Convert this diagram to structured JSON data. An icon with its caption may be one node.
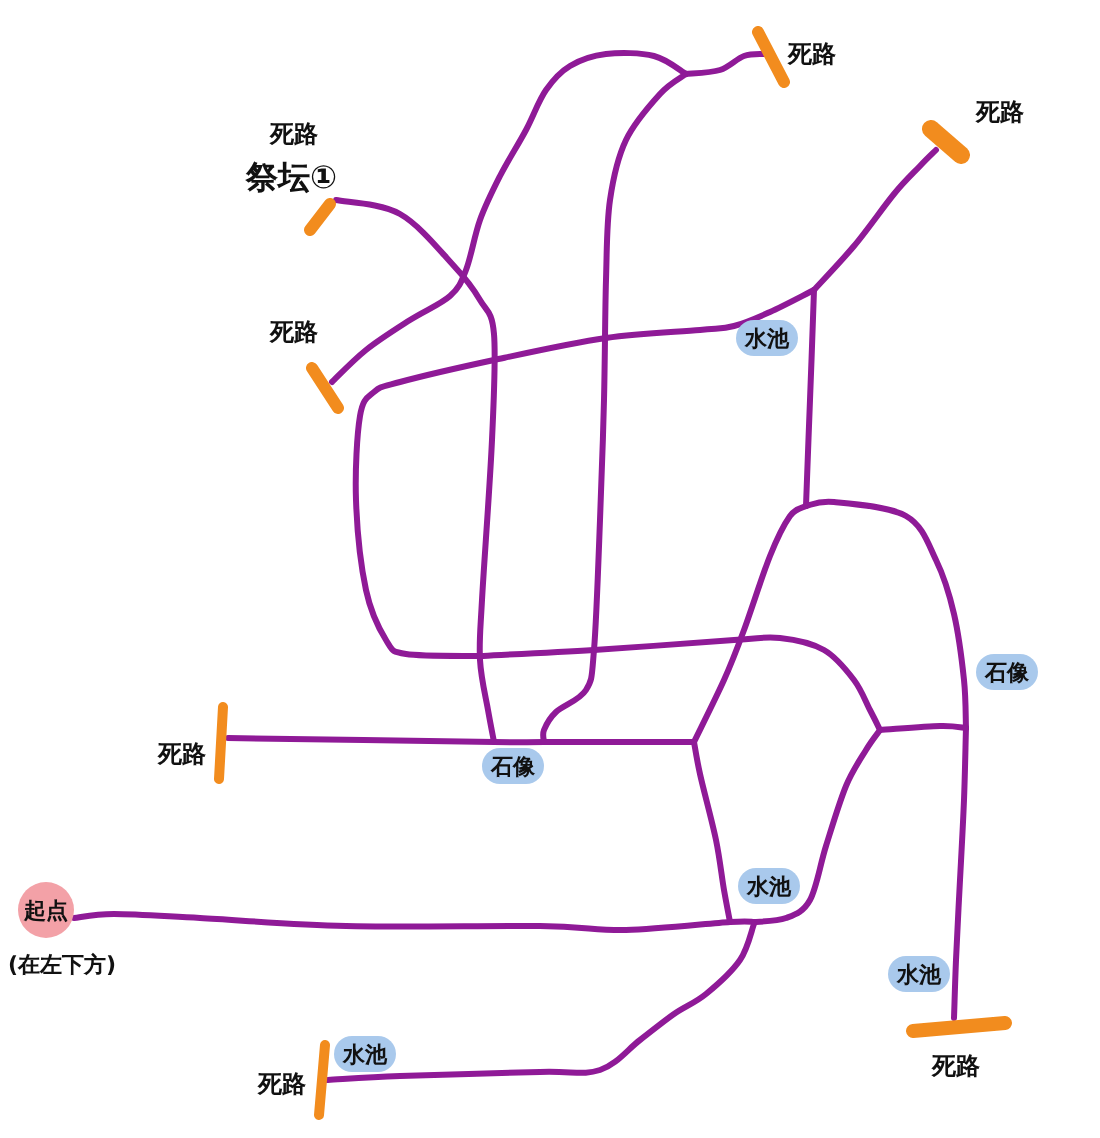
{
  "diagram": {
    "nodes": [
      {
        "text": [],
        "shape": "bar",
        "beside": [
          "死路"
        ]
      },
      {
        "text": [],
        "shape": "bar",
        "beside": [
          "死路"
        ]
      },
      {
        "text": [],
        "shape": "bar",
        "beside": [
          "死路",
          "祭坛①"
        ]
      },
      {
        "text": [],
        "shape": "bar",
        "beside": [
          "死路"
        ]
      },
      {
        "text": [
          "水池"
        ]
      },
      {
        "text": [
          "石像"
        ]
      },
      {
        "text": [],
        "shape": "bar",
        "beside": [
          "死路"
        ]
      },
      {
        "text": [
          "石像"
        ]
      },
      {
        "text": [
          "水池"
        ]
      },
      {
        "text": [
          "起点"
        ],
        "beside": [
          "(在左下方)"
        ]
      },
      {
        "text": [
          "水池"
        ]
      },
      {
        "text": [],
        "shape": "bar",
        "beside": [
          "死路"
        ]
      },
      {
        "text": [
          "水池"
        ]
      },
      {
        "text": [],
        "shape": "bar",
        "beside": [
          "死路"
        ]
      }
    ]
  }
}
